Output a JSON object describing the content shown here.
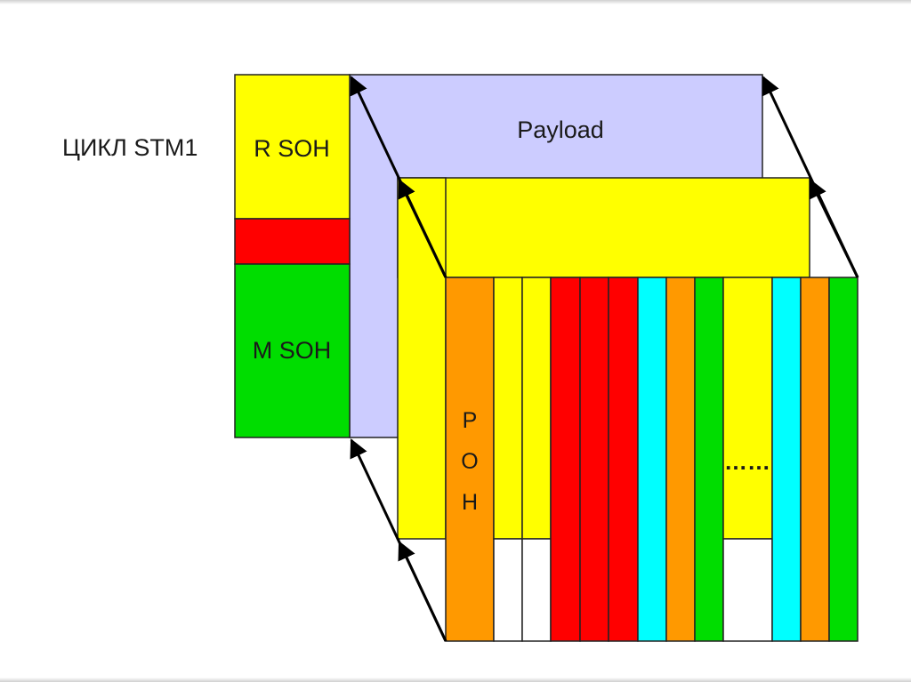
{
  "title": "ЦИКЛ STM1",
  "overhead": {
    "r_soh": "R SOH",
    "m_soh": "M SOH"
  },
  "payload_label": "Payload",
  "poh_letters": [
    "P",
    "O",
    "H"
  ],
  "column_colors": {
    "poh": "#ff9900",
    "yellow": "#ffff00",
    "red": "#ff0000",
    "cyan": "#00ffff",
    "orange": "#ff9900",
    "green": "#00dd00",
    "white": "#ffffff",
    "payload_back": "#ccccff"
  },
  "ellipsis": "……"
}
